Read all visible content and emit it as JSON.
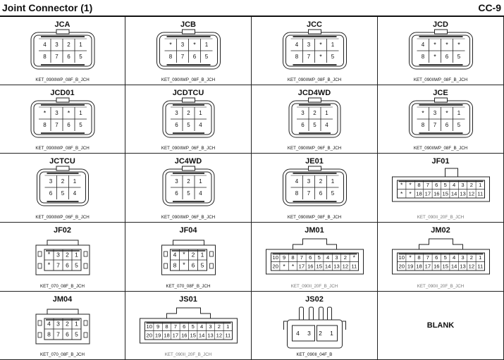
{
  "header": {
    "title": "Joint Connector (1)",
    "code": "CC-9"
  },
  "blank_label": "BLANK",
  "connectors": [
    {
      "name": "JCA",
      "part": "KET_090IIWP_08F_B_JCH",
      "style": "cap8",
      "rows": [
        [
          "4",
          "3",
          "2",
          "1"
        ],
        [
          "8",
          "7",
          "6",
          "5"
        ]
      ]
    },
    {
      "name": "JCB",
      "part": "KET_090IIWP_08F_B_JCH",
      "style": "cap8",
      "rows": [
        [
          "*",
          "3",
          "*",
          "1"
        ],
        [
          "8",
          "7",
          "6",
          "5"
        ]
      ]
    },
    {
      "name": "JCC",
      "part": "KET_090IIWP_08F_B_JCH",
      "style": "cap8",
      "rows": [
        [
          "4",
          "3",
          "*",
          "1"
        ],
        [
          "8",
          "7",
          "*",
          "5"
        ]
      ]
    },
    {
      "name": "JCD",
      "part": "KET_090IIWP_08F_B_JCH",
      "style": "cap8",
      "rows": [
        [
          "4",
          "*",
          "*",
          "*"
        ],
        [
          "8",
          "*",
          "6",
          "5"
        ]
      ]
    },
    {
      "name": "JCD01",
      "part": "KET_090IIWP_08F_B_JCH",
      "style": "cap8",
      "rows": [
        [
          "*",
          "3",
          "*",
          "1"
        ],
        [
          "8",
          "7",
          "6",
          "5"
        ]
      ]
    },
    {
      "name": "JCDTCU",
      "part": "KET_090IIWP_06F_B_JCH",
      "style": "cap6",
      "rows": [
        [
          "3",
          "2",
          "1"
        ],
        [
          "6",
          "5",
          "4"
        ]
      ]
    },
    {
      "name": "JCD4WD",
      "part": "KET_090IIWP_06F_B_JCH",
      "style": "cap6",
      "rows": [
        [
          "3",
          "2",
          "1"
        ],
        [
          "6",
          "5",
          "4"
        ]
      ]
    },
    {
      "name": "JCE",
      "part": "KET_090IIWP_08F_B_JCH",
      "style": "cap8",
      "rows": [
        [
          "*",
          "3",
          "*",
          "1"
        ],
        [
          "8",
          "7",
          "6",
          "5"
        ]
      ]
    },
    {
      "name": "JCTCU",
      "part": "KET_090IIWP_06F_B_JCH",
      "style": "cap6",
      "rows": [
        [
          "3",
          "2",
          "1"
        ],
        [
          "6",
          "5",
          "4"
        ]
      ]
    },
    {
      "name": "JC4WD",
      "part": "KET_090IIWP_06F_B_JCH",
      "style": "cap6",
      "rows": [
        [
          "3",
          "2",
          "1"
        ],
        [
          "6",
          "5",
          "4"
        ]
      ]
    },
    {
      "name": "JE01",
      "part": "KET_090IIWP_08F_B_JCH",
      "style": "cap8",
      "rows": [
        [
          "4",
          "3",
          "2",
          "1"
        ],
        [
          "8",
          "7",
          "6",
          "5"
        ]
      ]
    },
    {
      "name": "JF01",
      "part": "KET_090II_20F_B_JCH",
      "style": "wide20tab",
      "rows": [
        [
          "*",
          "*",
          "8",
          "7",
          "6",
          "5",
          "4",
          "3",
          "2",
          "1"
        ],
        [
          "*",
          "*",
          "18",
          "17",
          "16",
          "15",
          "14",
          "13",
          "12",
          "11"
        ]
      ]
    },
    {
      "name": "JF02",
      "part": "KET_070_08F_B_JCH",
      "style": "small8",
      "rows": [
        [
          "*",
          "3",
          "2",
          "1"
        ],
        [
          "*",
          "7",
          "6",
          "5"
        ]
      ]
    },
    {
      "name": "JF04",
      "part": "KET_070_08F_B_JCH",
      "style": "small8",
      "rows": [
        [
          "4",
          "*",
          "2",
          "1"
        ],
        [
          "8",
          "*",
          "6",
          "5"
        ]
      ]
    },
    {
      "name": "JM01",
      "part": "KET_090II_20F_B_JCH",
      "style": "wide20",
      "rows": [
        [
          "10",
          "9",
          "8",
          "7",
          "6",
          "5",
          "4",
          "3",
          "2",
          "*"
        ],
        [
          "20",
          "*",
          "*",
          "17",
          "16",
          "15",
          "14",
          "13",
          "12",
          "11"
        ]
      ]
    },
    {
      "name": "JM02",
      "part": "KET_090II_20F_B_JCH",
      "style": "wide20",
      "rows": [
        [
          "10",
          "*",
          "8",
          "7",
          "6",
          "5",
          "4",
          "3",
          "2",
          "1"
        ],
        [
          "20",
          "19",
          "18",
          "17",
          "16",
          "15",
          "14",
          "13",
          "12",
          "11"
        ]
      ]
    },
    {
      "name": "JM04",
      "part": "KET_070_08F_B_JCH",
      "style": "small8",
      "rows": [
        [
          "4",
          "3",
          "2",
          "1"
        ],
        [
          "8",
          "7",
          "6",
          "5"
        ]
      ]
    },
    {
      "name": "JS01",
      "part": "KET_090II_20F_B_JCH",
      "style": "wide20",
      "rows": [
        [
          "10",
          "9",
          "8",
          "7",
          "6",
          "5",
          "4",
          "3",
          "2",
          "1"
        ],
        [
          "20",
          "19",
          "18",
          "17",
          "16",
          "15",
          "14",
          "13",
          "12",
          "11"
        ]
      ]
    },
    {
      "name": "JS02",
      "part": "KET_090II_04F_B",
      "style": "latch4",
      "rows": [
        [
          "4",
          "3",
          "2",
          "1"
        ]
      ]
    }
  ]
}
